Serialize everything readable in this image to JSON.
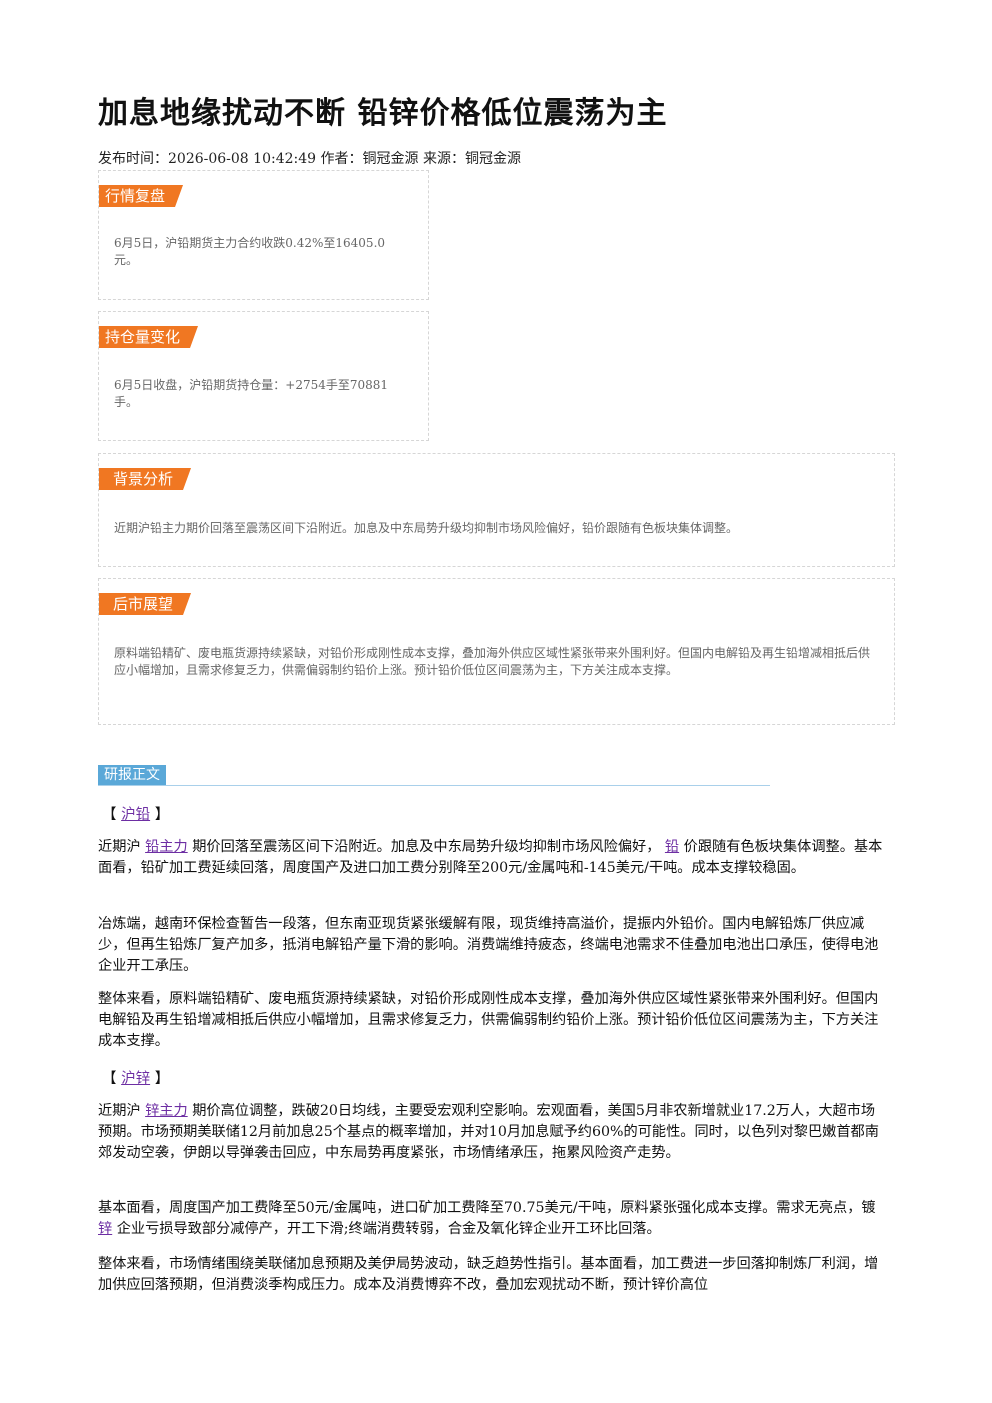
{
  "header": {
    "title": "加息地缘扰动不断 铅锌价格低位震荡为主",
    "meta": "发布时间：2026-06-08 10:42:49 作者：铜冠金源 来源：铜冠金源"
  },
  "boxes": {
    "market_review": {
      "label": "行情复盘",
      "text": "6月5日，沪铅期货主力合约收跌0.42%至16405.0元。"
    },
    "position_change": {
      "label": "持仓量变化",
      "text": "6月5日收盘，沪铅期货持仓量：+2754手至70881手。"
    },
    "background": {
      "label": "背景分析",
      "text": "近期沪铅主力期价回落至震荡区间下沿附近。加息及中东局势升级均抑制市场风险偏好，铅价跟随有色板块集体调整。"
    },
    "outlook": {
      "label": "后市展望",
      "text": "原料端铅精矿、废电瓶货源持续紧缺，对铅价形成刚性成本支撑，叠加海外供应区域性紧张带来外围利好。但国内电解铅及再生铅增减相抵后供应小幅增加，且需求修复乏力，供需偏弱制约铅价上涨。预计铅价低位区间震荡为主，下方关注成本支撑。"
    }
  },
  "report": {
    "label": "研报正文",
    "lead": {
      "bracket_open": "【",
      "link": "沪铅",
      "bracket_close": "】",
      "p1_a": "近期沪",
      "p1_link1": "铅主力",
      "p1_b": "期价回落至震荡区间下沿附近。加息及中东局势升级均抑制市场风险偏好，",
      "p1_link2": "铅",
      "p1_c": "价跟随有色板块集体调整。基本面看，铅矿加工费延续回落，周度国产及进口加工费分别降至200元/金属吨和-145美元/干吨。成本支撑较稳固。",
      "p2": "冶炼端，越南环保检查暂告一段落，但东南亚现货紧张缓解有限，现货维持高溢价，提振内外铅价。国内电解铅炼厂供应减少，但再生铅炼厂复产加多，抵消电解铅产量下滑的影响。消费端维持疲态，终端电池需求不佳叠加电池出口承压，使得电池企业开工承压。",
      "p3": "整体来看，原料端铅精矿、废电瓶货源持续紧缺，对铅价形成刚性成本支撑，叠加海外供应区域性紧张带来外围利好。但国内电解铅及再生铅增减相抵后供应小幅增加，且需求修复乏力，供需偏弱制约铅价上涨。预计铅价低位区间震荡为主，下方关注成本支撑。"
    },
    "zinc": {
      "bracket_open": "【",
      "link": "沪锌",
      "bracket_close": "】",
      "p1_a": "近期沪",
      "p1_link1": "锌主力",
      "p1_b": "期价高位调整，跌破20日均线，主要受宏观利空影响。宏观面看，美国5月非农新增就业17.2万人，大超市场预期。市场预期美联储12月前加息25个基点的概率增加，并对10月加息赋予约60%的可能性。同时，以色列对黎巴嫩首都南郊发动空袭，伊朗以导弹袭击回应，中东局势再度紧张，市场情绪承压，拖累风险资产走势。",
      "p2_a": "基本面看，周度国产加工费降至50元/金属吨，进口矿加工费降至70.75美元/干吨，原料紧张强化成本支撑。需求无亮点，镀",
      "p2_link": "锌",
      "p2_b": "企业亏损导致部分减停产，开工下滑;终端消费转弱，合金及氧化锌企业开工环比回落。",
      "p3": "整体来看，市场情绪围绕美联储加息预期及美伊局势波动，缺乏趋势性指引。基本面看，加工费进一步回落抑制炼厂利润，增加供应回落预期，但消费淡季构成压力。成本及消费博弈不改，叠加宏观扰动不断，预计锌价高位"
    }
  }
}
